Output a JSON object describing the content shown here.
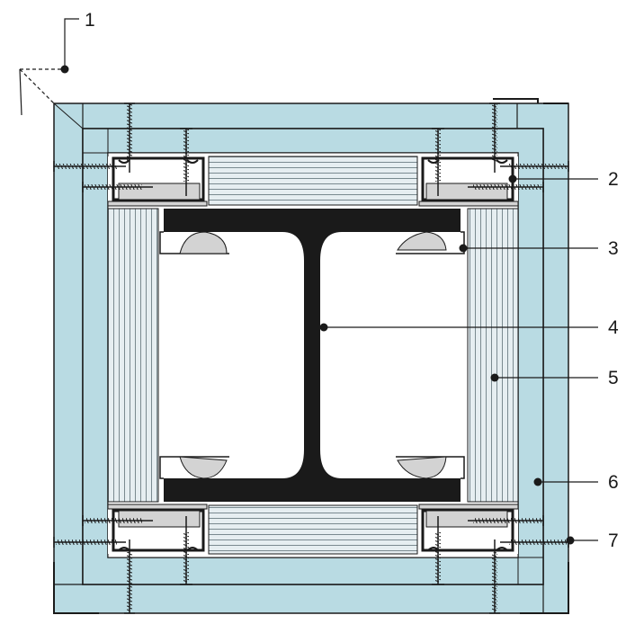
{
  "colors": {
    "board": "#b9dbe3",
    "stud_fill": "#ffffff",
    "filler": "#dde9ee",
    "beam": "#1a1a1a",
    "line": "#1a1a1a",
    "clip": "#d3d3d3"
  },
  "callouts": [
    {
      "id": 1,
      "label": "1"
    },
    {
      "id": 2,
      "label": "2"
    },
    {
      "id": 3,
      "label": "3"
    },
    {
      "id": 4,
      "label": "4"
    },
    {
      "id": 5,
      "label": "5"
    },
    {
      "id": 6,
      "label": "6"
    },
    {
      "id": 7,
      "label": "7"
    }
  ]
}
